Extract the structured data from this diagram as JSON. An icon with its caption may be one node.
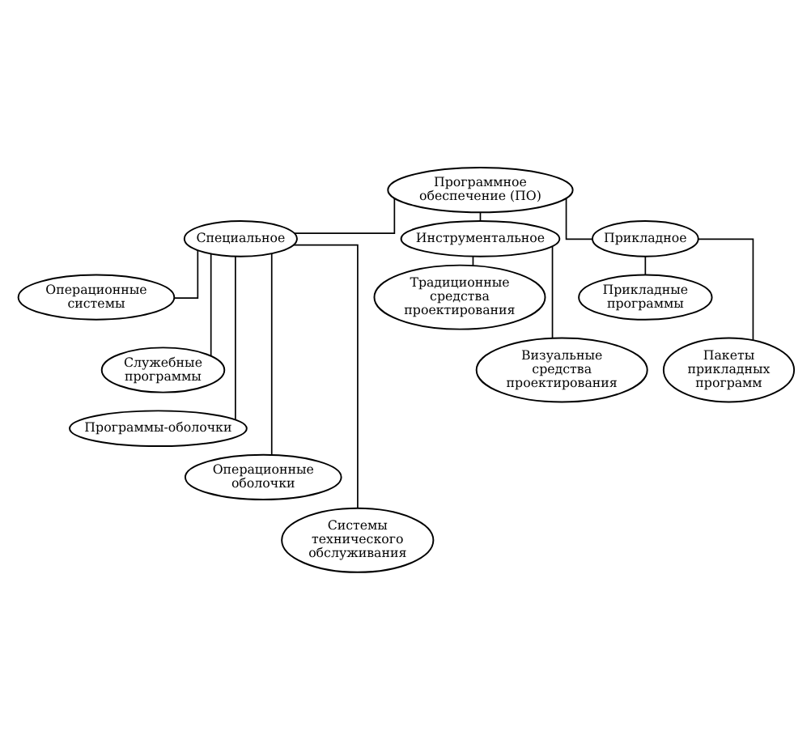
{
  "diagram": {
    "nodes": [
      {
        "text": [
          "Программное обеспечение (ПО)"
        ]
      },
      {
        "text": [
          "Специальное"
        ]
      },
      {
        "text": [
          "Инструментальное"
        ]
      },
      {
        "text": [
          "Прикладное"
        ]
      },
      {
        "text": [
          "Операционные системы"
        ]
      },
      {
        "text": [
          "Служебные программы"
        ]
      },
      {
        "text": [
          "Программы-оболочки"
        ]
      },
      {
        "text": [
          "Операционные оболочки"
        ]
      },
      {
        "text": [
          "Системы технического обслуживания"
        ]
      },
      {
        "text": [
          "Традиционные средства проектирования"
        ]
      },
      {
        "text": [
          "Визуальные средства проектирования"
        ]
      },
      {
        "text": [
          "Прикладные программы"
        ]
      },
      {
        "text": [
          "Пакеты прикладных программ"
        ]
      }
    ],
    "edges": [
      {
        "from": 0,
        "to": 1,
        "arrow": "none"
      },
      {
        "from": 0,
        "to": 2,
        "arrow": "none"
      },
      {
        "from": 0,
        "to": 3,
        "arrow": "none"
      },
      {
        "from": 1,
        "to": 4,
        "arrow": "none"
      },
      {
        "from": 1,
        "to": 5,
        "arrow": "none"
      },
      {
        "from": 1,
        "to": 6,
        "arrow": "none"
      },
      {
        "from": 1,
        "to": 7,
        "arrow": "none"
      },
      {
        "from": 1,
        "to": 8,
        "arrow": "none"
      },
      {
        "from": 2,
        "to": 9,
        "arrow": "none"
      },
      {
        "from": 2,
        "to": 10,
        "arrow": "none"
      },
      {
        "from": 3,
        "to": 11,
        "arrow": "none"
      },
      {
        "from": 3,
        "to": 12,
        "arrow": "none"
      }
    ]
  }
}
